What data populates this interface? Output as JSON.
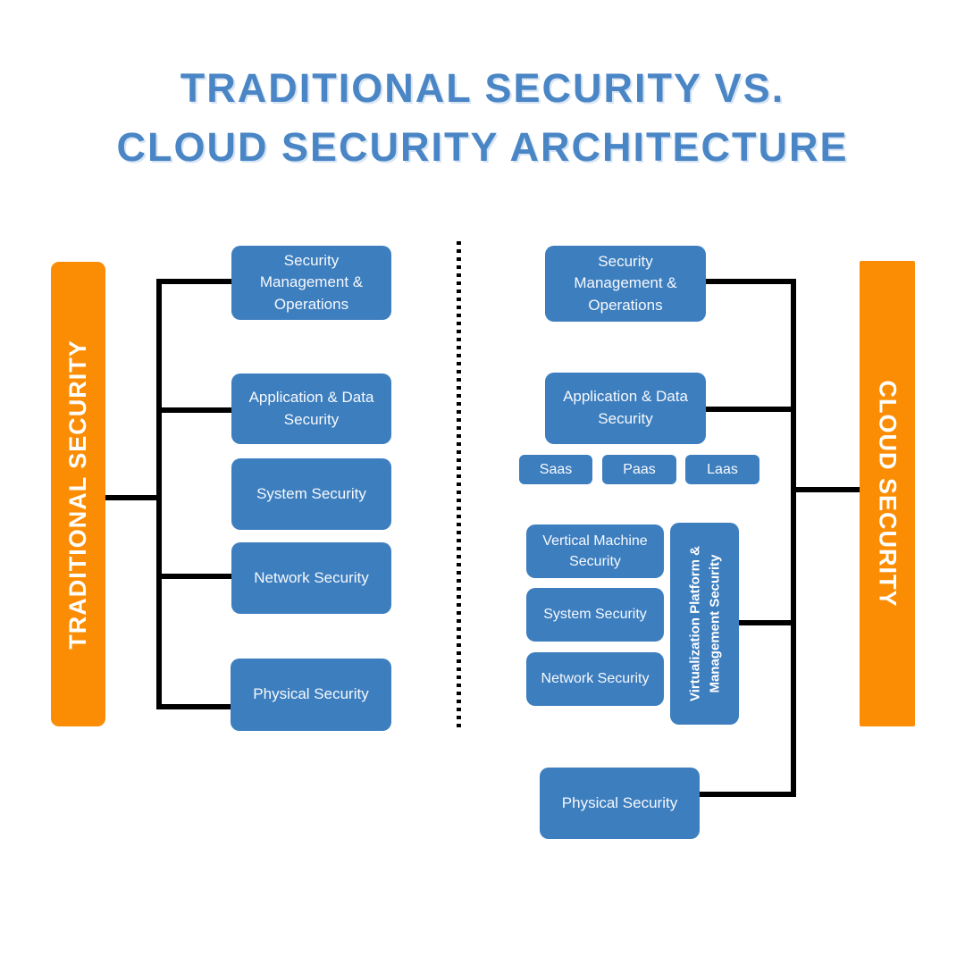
{
  "title": {
    "line1": "TRADITIONAL SECURITY VS.",
    "line2": "CLOUD SECURITY ARCHITECTURE"
  },
  "left": {
    "bar_label": "TRADITIONAL SECURITY",
    "boxes": [
      {
        "label": "Security Management & Operations"
      },
      {
        "label": "Application & Data Security"
      },
      {
        "label": "System Security"
      },
      {
        "label": "Network Security"
      },
      {
        "label": "Physical Security"
      }
    ]
  },
  "right": {
    "bar_label": "CLOUD SECURITY",
    "boxes": [
      {
        "label": "Security Management & Operations"
      },
      {
        "label": "Application & Data Security"
      }
    ],
    "service_models": [
      {
        "label": "Saas"
      },
      {
        "label": "Paas"
      },
      {
        "label": "Laas"
      }
    ],
    "stack": [
      {
        "label": "Vertical Machine Security"
      },
      {
        "label": "System Security"
      },
      {
        "label": "Network Security"
      }
    ],
    "virtualization_label": "Virtualization Platform & Management Security",
    "physical_label": "Physical Security"
  },
  "colors": {
    "box_blue": "#3d7ebf",
    "bar_orange": "#fb8d04",
    "title_blue": "#4a86c5",
    "line_black": "#000000"
  }
}
